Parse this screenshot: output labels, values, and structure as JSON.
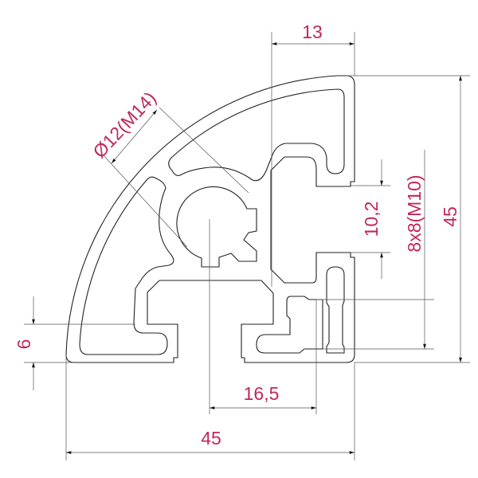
{
  "drawing": {
    "title": "Aluminium profile quarter-round 45x45 cross-section",
    "text_color": "#c0285a",
    "line_color": "#222222",
    "dimensions": {
      "top_width": "13",
      "right_height": "45",
      "slot_size": "8x8(M10)",
      "slot_opening": "10,2",
      "core_bore": "Ø12(M14)",
      "wall_left": "6",
      "center_offset": "16,5",
      "bottom_width": "45"
    }
  }
}
